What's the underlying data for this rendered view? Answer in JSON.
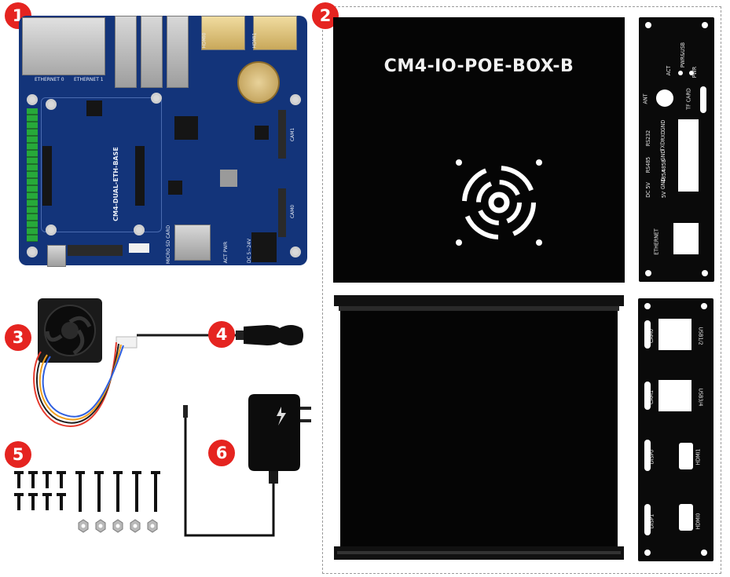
{
  "badges": {
    "b1": "1",
    "b2": "2",
    "b3": "3",
    "b4": "4",
    "b5": "5",
    "b6": "6"
  },
  "case": {
    "title": "CM4-IO-POE-BOX-B",
    "front_panel_labels": {
      "pwr_usb": "PWR&USB",
      "act": "ACT",
      "pwr": "PWR",
      "ant": "ANT",
      "tf_card": "TF CARD",
      "rs232": "RS232",
      "gnd1": "GND",
      "rxd": "RXD",
      "txd": "TXD",
      "gnd2": "GND",
      "rs485": "RS485",
      "a485b": "485B",
      "a485a": "485A",
      "dc5v": "DC 5V",
      "gnd3": "GND",
      "v5": "5V",
      "ethernet": "ETHERNET"
    },
    "rear_panel_labels": {
      "cam0": "CAM0",
      "usb12": "USB1/2",
      "cam1": "CAM1",
      "usb34": "USB3/4",
      "disp0": "DISP0",
      "hdmi1": "HDMI1",
      "disp1": "DISP1",
      "hdmi0": "HDMI0"
    }
  },
  "board": {
    "name": "CM4-DUAL-ETH-BASE",
    "eth0": "ETHERNET 0",
    "eth1": "ETHERNET 1",
    "hdmi0": "HDMI0",
    "hdmi1": "HDMI1",
    "cam1": "CAM1",
    "cam0": "CAM0",
    "sd": "MICRO SD CARD",
    "dc": "DC 5~24V",
    "act_pwr": "ACT PWR"
  },
  "colors": {
    "badge": "#e52420",
    "pcb": "#13347a",
    "case": "#050505"
  }
}
